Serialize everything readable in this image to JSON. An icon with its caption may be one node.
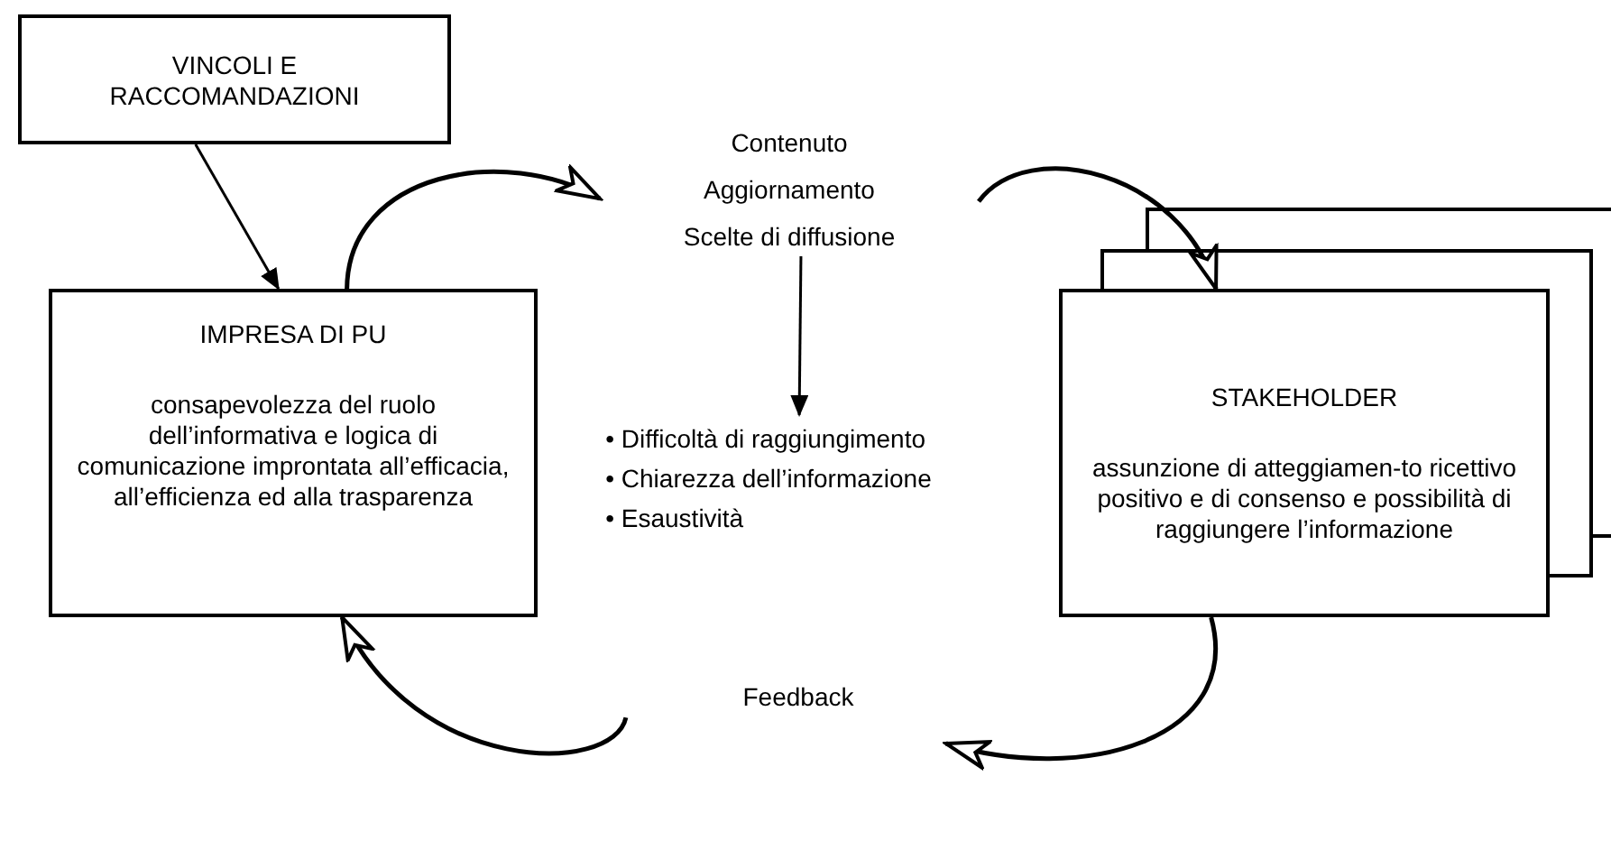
{
  "diagram": {
    "nodes": [
      {
        "text": [
          "VINCOLI E RACCOMANDAZIONI"
        ]
      },
      {
        "text": [
          "IMPRESA DI PU",
          "consapevolezza del ruolo dell’informativa e logica di comunicazione improntata all’efficacia, all’efficienza ed alla trasparenza"
        ]
      },
      {
        "text": [
          "Contenuto",
          "Aggiornamento",
          "Scelte di diffusione"
        ]
      },
      {
        "text": [
          "• Difficoltà di raggiungimento",
          "• Chiarezza dell’informazione",
          "• Esaustività"
        ]
      },
      {
        "text": [
          "STAKEHOLDER",
          "assunzione di atteggiamen-to ricettivo positivo e di consenso e possibilità di raggiungere l’informazione"
        ]
      },
      {
        "text": [
          "Feedback"
        ]
      }
    ],
    "edges": [
      {
        "from": 0,
        "to": 1,
        "arrow": "to"
      },
      {
        "from": 1,
        "to": 2,
        "arrow": "to"
      },
      {
        "from": 2,
        "to": 3,
        "arrow": "to"
      },
      {
        "from": 2,
        "to": 4,
        "arrow": "to"
      },
      {
        "from": 4,
        "to": 5,
        "arrow": "to"
      },
      {
        "from": 5,
        "to": 1,
        "arrow": "to"
      }
    ]
  }
}
